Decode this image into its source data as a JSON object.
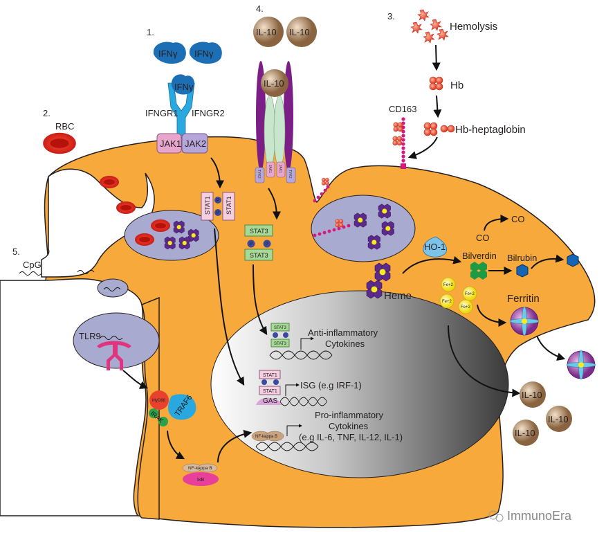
{
  "steps": [
    "1.",
    "2.",
    "3.",
    "4.",
    "5."
  ],
  "ifn": {
    "ligand": "IFNγ",
    "receptor1": "IFNGR1",
    "receptor2": "IFNGR2",
    "jak1": "JAK1",
    "jak2": "JAK2",
    "stat": "STAT1",
    "phospho": "P"
  },
  "il10": {
    "ligand": "IL-10",
    "jak": "JAK1",
    "tyk": "TYK2",
    "stat": "STAT3",
    "phospho": "P"
  },
  "hemolysis": {
    "title": "Hemolysis",
    "hb": "Hb",
    "complex": "Hb-heptaglobin",
    "receptor": "CD163"
  },
  "rbc": {
    "label": "RBC"
  },
  "tlr": {
    "ligand": "CpG",
    "receptor": "TLR9",
    "myd88": "MyD88",
    "irak": "IRAK",
    "traf6": "TRAF6",
    "nfkb": "NF-kappa B",
    "ikb": "IκB"
  },
  "nucleus": {
    "anti_line1": "Anti-inflammatory",
    "anti_line2": "Cytokines",
    "isg": "ISG (e.g IRF-1)",
    "gas": "GAS",
    "pro_line1": "Pro-inflammatory",
    "pro_line2": "Cytokines",
    "pro_line3": "(e.g IL-6, TNF, IL-12, IL-1)"
  },
  "heme": {
    "label": "Heme",
    "enzyme": "HO-1",
    "biliverdin": "Bilverdin",
    "bilirubin": "Bilrubin",
    "co": "CO",
    "iron": "Fe+2",
    "ferritin": "Ferritin"
  },
  "watermark": "ImmunoEra",
  "colors": {
    "cell": "#F7A93C",
    "vesicle": "#A9AACF",
    "ifn": "#1C6FB5",
    "receptor": "#2AA8E0",
    "jak1": "#E9A6CC",
    "jak2": "#B7A6D9",
    "stat3": "#A7D895",
    "il10_receptor": "#7B1F86",
    "heme": "#5B2A8C",
    "rbc": "#E02B20",
    "iron": "#F5E614"
  }
}
